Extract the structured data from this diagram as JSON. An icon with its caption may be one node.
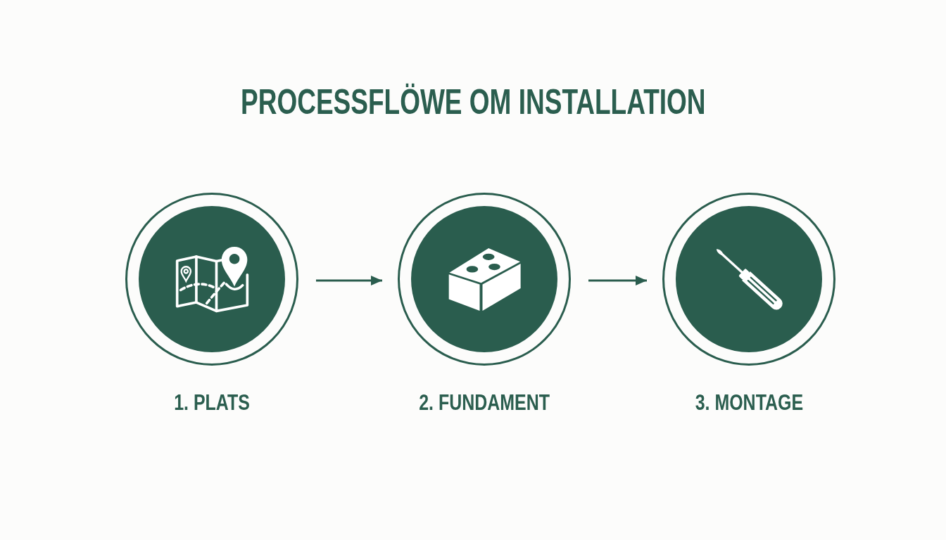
{
  "diagram": {
    "title": "PROCESSFLÖWE OM INSTALLATION",
    "nodes": [
      {
        "text": [
          "1. PLATS"
        ]
      },
      {
        "text": [
          "2. FUNDAMENT"
        ]
      },
      {
        "text": [
          "3. MONTAGE"
        ]
      }
    ],
    "edges": [
      {
        "from": 0,
        "to": 1,
        "arrow": "to"
      },
      {
        "from": 1,
        "to": 2,
        "arrow": "to"
      }
    ]
  }
}
